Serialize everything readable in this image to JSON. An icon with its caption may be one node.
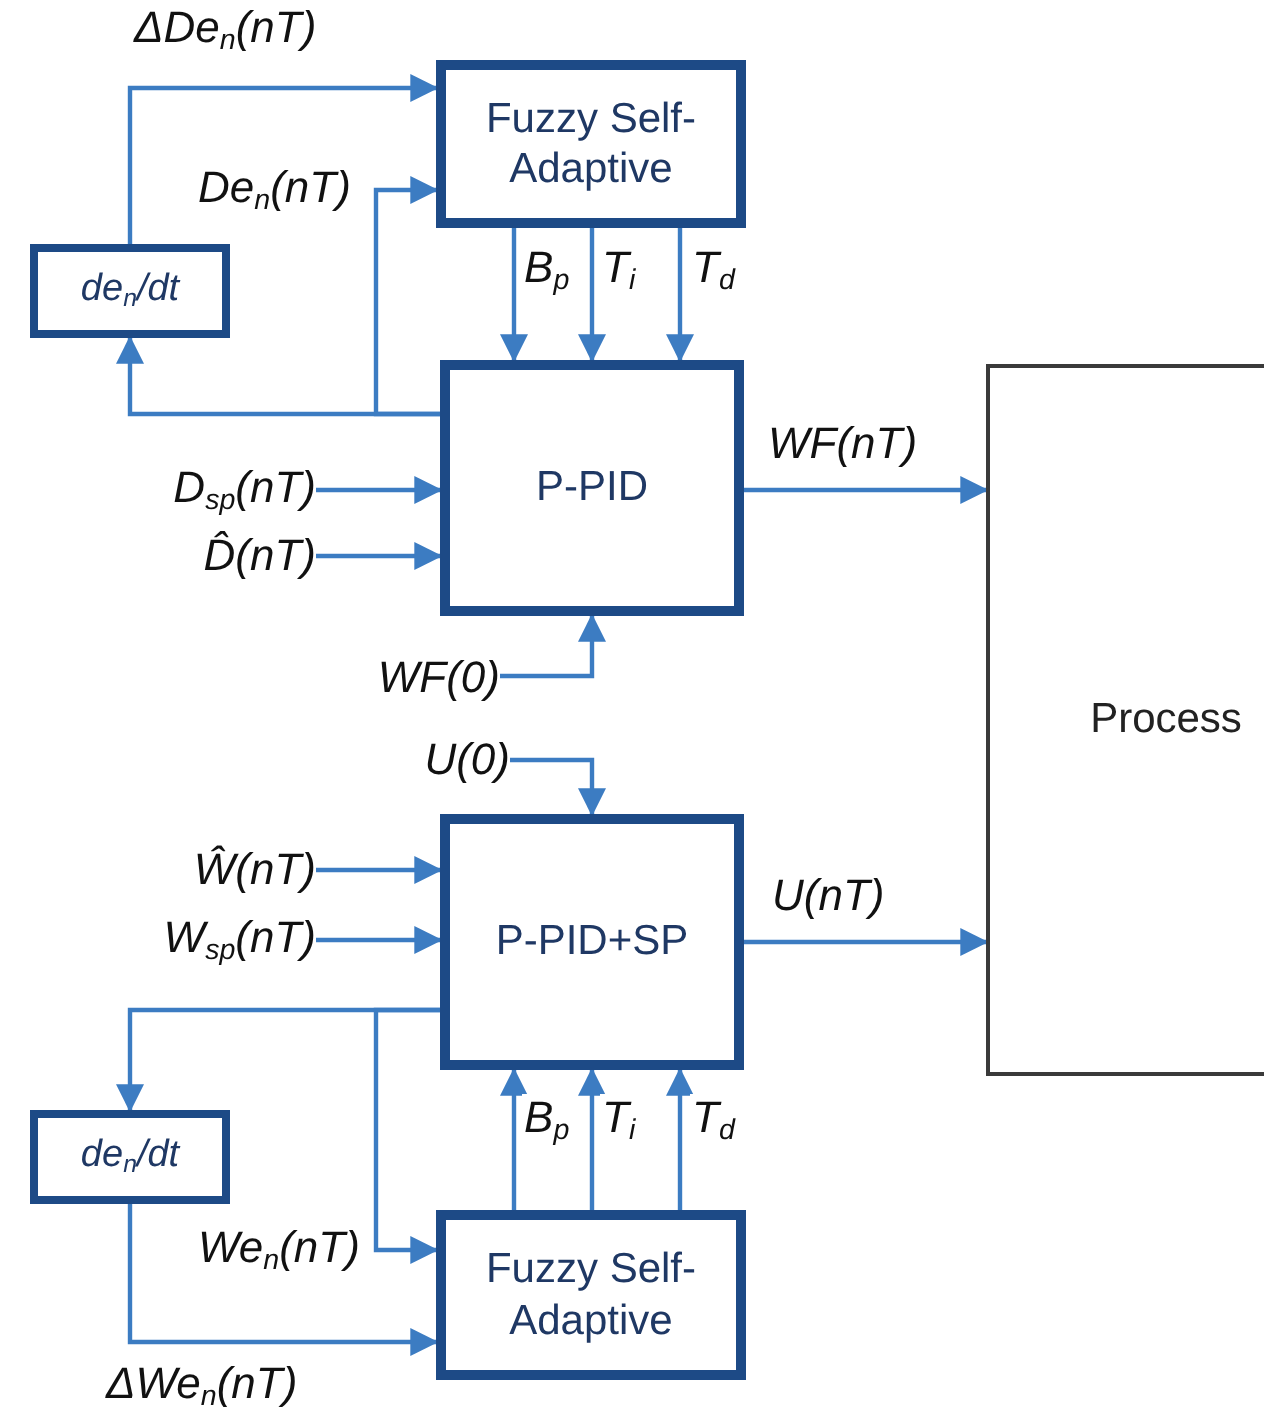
{
  "diagram": {
    "nodes": [
      {
        "text": [
          "Fuzzy Self-Adaptive"
        ]
      },
      {
        "text": [
          "de$_{n}$/dt"
        ]
      },
      {
        "text": [
          "P-PID"
        ]
      },
      {
        "text": [
          "Process"
        ]
      },
      {
        "text": [
          "P-PID+SP"
        ]
      },
      {
        "text": [
          "de$_{n}$/dt"
        ]
      },
      {
        "text": [
          "Fuzzy Self-Adaptive"
        ]
      },
      {
        "text": [
          "D$_{sp}$(nT)"
        ]
      },
      {
        "text": [
          "D̂(nT)"
        ]
      },
      {
        "text": [
          "WF(0)"
        ]
      },
      {
        "text": [
          "U(0)"
        ]
      },
      {
        "text": [
          "Ŵ(nT)"
        ]
      },
      {
        "text": [
          "W$_{sp}$(nT)"
        ]
      }
    ],
    "edges": [
      {
        "from": 1,
        "to": 0,
        "arrow": "to",
        "label": "ΔDe$_{n}$(nT)"
      },
      {
        "from": 2,
        "to": 0,
        "arrow": "to",
        "label": "De$_{n}$(nT)"
      },
      {
        "from": 2,
        "to": 1,
        "arrow": "to"
      },
      {
        "from": 0,
        "to": 2,
        "arrow": "to",
        "label": "B$_{p}$"
      },
      {
        "from": 0,
        "to": 2,
        "arrow": "to",
        "label": "T$_{i}$"
      },
      {
        "from": 0,
        "to": 2,
        "arrow": "to",
        "label": "T$_{d}$"
      },
      {
        "from": 7,
        "to": 2,
        "arrow": "to"
      },
      {
        "from": 8,
        "to": 2,
        "arrow": "to"
      },
      {
        "from": 9,
        "to": 2,
        "arrow": "to"
      },
      {
        "from": 2,
        "to": 3,
        "arrow": "to",
        "label": "WF(nT)"
      },
      {
        "from": 10,
        "to": 4,
        "arrow": "to"
      },
      {
        "from": 11,
        "to": 4,
        "arrow": "to"
      },
      {
        "from": 12,
        "to": 4,
        "arrow": "to"
      },
      {
        "from": 4,
        "to": 3,
        "arrow": "to",
        "label": "U(nT)"
      },
      {
        "from": 4,
        "to": 5,
        "arrow": "to"
      },
      {
        "from": 4,
        "to": 6,
        "arrow": "to",
        "label": "We$_{n}$(nT)"
      },
      {
        "from": 5,
        "to": 6,
        "arrow": "to",
        "label": "ΔWe$_{n}$(nT)"
      },
      {
        "from": 6,
        "to": 4,
        "arrow": "to",
        "label": "B$_{p}$"
      },
      {
        "from": 6,
        "to": 4,
        "arrow": "to",
        "label": "T$_{i}$"
      },
      {
        "from": 6,
        "to": 4,
        "arrow": "to",
        "label": "T$_{d}$"
      }
    ]
  }
}
